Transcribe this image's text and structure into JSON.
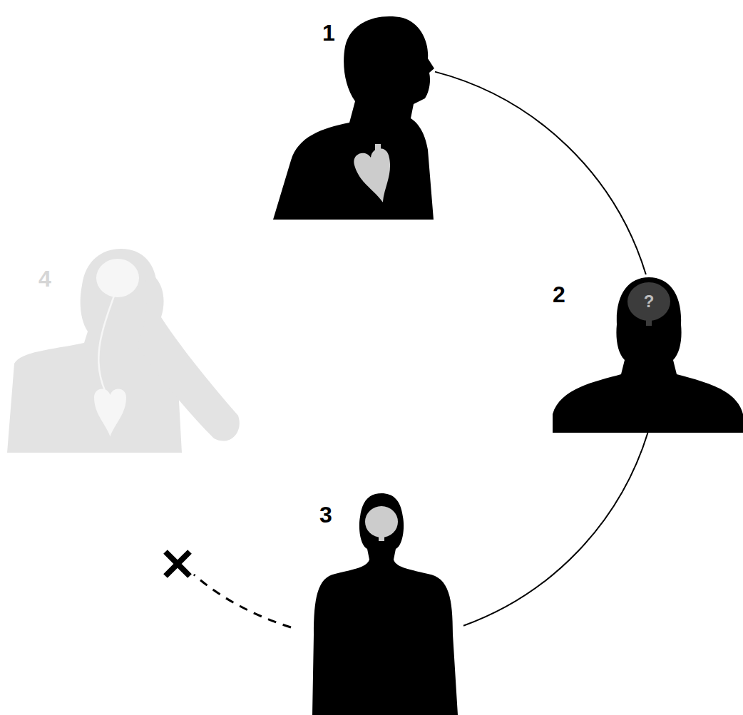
{
  "diagram": {
    "nodes": [
      {
        "text": [
          "1"
        ]
      },
      {
        "text": [
          "2",
          "?"
        ]
      },
      {
        "text": [
          "3"
        ]
      },
      {
        "text": [
          "4"
        ]
      }
    ],
    "edges": [
      {
        "from": 0,
        "to": 1,
        "arrow": "none"
      },
      {
        "from": 1,
        "to": 2,
        "arrow": "none"
      }
    ]
  }
}
